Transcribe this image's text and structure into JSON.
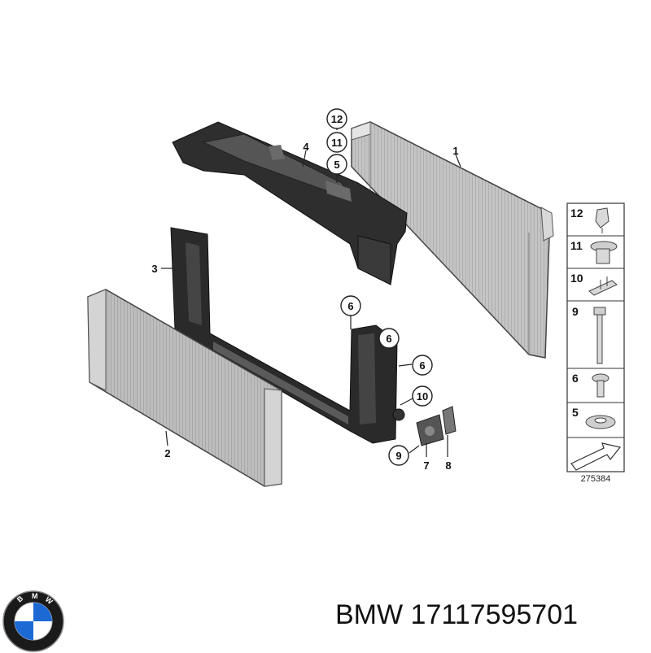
{
  "diagram": {
    "callouts": {
      "c1": "1",
      "c2": "2",
      "c3": "3",
      "c4": "4",
      "c12": "12",
      "c11": "11",
      "c5": "5",
      "c6a": "6",
      "c6b": "6",
      "c6c": "6",
      "c10": "10",
      "c9": "9",
      "c7": "7",
      "c8": "8"
    },
    "legend": {
      "items": [
        {
          "number": "12",
          "icon": "clip-nut-icon"
        },
        {
          "number": "11",
          "icon": "expanding-rivet-icon"
        },
        {
          "number": "10",
          "icon": "bracket-clip-icon"
        },
        {
          "number": "9",
          "icon": "bolt-icon"
        },
        {
          "number": "6",
          "icon": "screw-icon"
        },
        {
          "number": "5",
          "icon": "rubber-mount-icon"
        }
      ],
      "arrow_icon": "arrow-icon"
    },
    "ref_code": "275384"
  },
  "footer": {
    "brand": "BMW",
    "part_number": "17117595701",
    "logo_letters": "BMW"
  },
  "colors": {
    "line": "#222222",
    "radiator_fill": "#c9c9c9",
    "frame_fill": "#2a2a2a",
    "bmw_blue": "#1c69d4"
  }
}
